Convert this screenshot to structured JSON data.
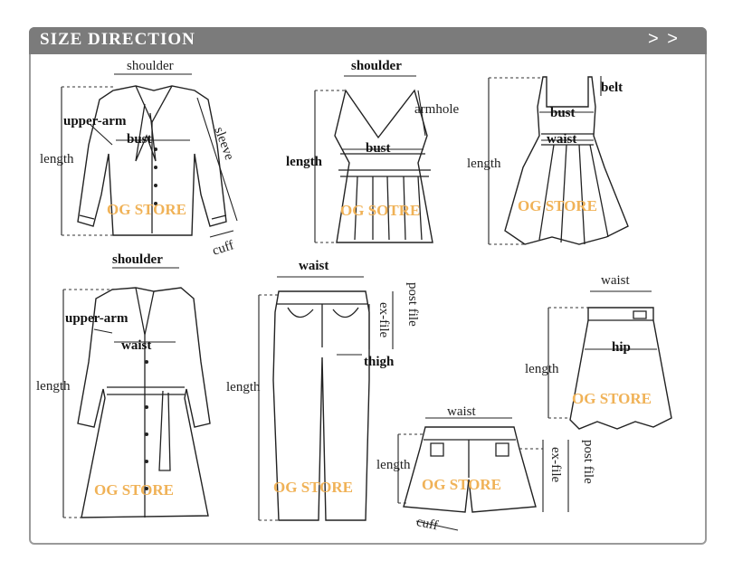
{
  "header": {
    "title": "SIZE DIRECTION",
    "arrows": "> >"
  },
  "watermarks": {
    "shirt": "OG STORE",
    "tank": "OG SOTRE",
    "dress": "OG STORE",
    "coat": "OG STORE",
    "pants": "OG STORE",
    "skirt": "OG STORE",
    "shorts": "OG STORE"
  },
  "shirt": {
    "shoulder": "shoulder",
    "upper_arm": "upper-arm",
    "bust": "bust",
    "length": "length",
    "sleeve": "sleeve",
    "cuff": "cuff"
  },
  "tank": {
    "shoulder": "shoulder",
    "armhole": "armhole",
    "bust": "bust",
    "length": "length"
  },
  "dress": {
    "belt": "belt",
    "bust": "bust",
    "waist": "waist",
    "length": "length"
  },
  "coat": {
    "shoulder": "shoulder",
    "upper_arm": "upper-arm",
    "waist": "waist",
    "length": "length"
  },
  "pants": {
    "waist": "waist",
    "length": "length",
    "ex_file": "ex-file",
    "post_file": "post file",
    "thigh": "thigh"
  },
  "skirt": {
    "waist": "waist",
    "hip": "hip",
    "length": "length"
  },
  "shorts": {
    "waist": "waist",
    "length": "length",
    "ex_file": "ex-file",
    "post_file": "post file",
    "cuff": "cuff"
  },
  "colors": {
    "header_bg": "#7b7b7b",
    "watermark": "#f0b257",
    "border": "#9a9a9a"
  }
}
